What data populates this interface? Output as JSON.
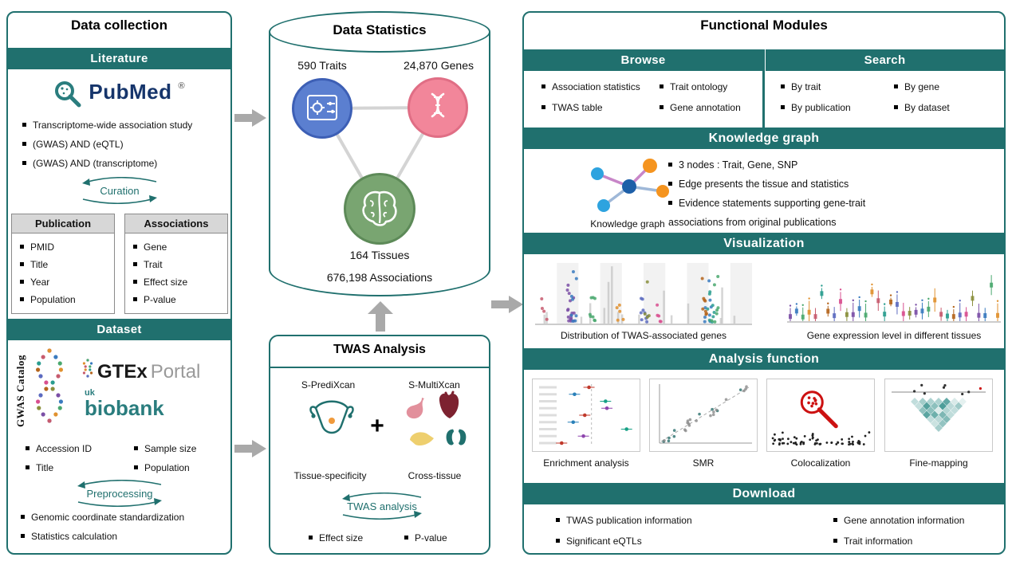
{
  "colors": {
    "teal": "#20706e",
    "arrow": "#a9a9a9",
    "stat_blue": "#5b7fd0",
    "stat_pink": "#f2869a",
    "stat_green": "#79a571"
  },
  "left": {
    "title": "Data collection",
    "literature_header": "Literature",
    "pubmed": {
      "name": "PubMed",
      "reg": "®"
    },
    "search_terms": [
      "Transcriptome-wide association study",
      "(GWAS) AND (eQTL)",
      "(GWAS) AND (transcriptome)"
    ],
    "curation_label": "Curation",
    "publication_box": {
      "title": "Publication",
      "items": [
        "PMID",
        "Title",
        "Year",
        "Population"
      ]
    },
    "associations_box": {
      "title": "Associations",
      "items": [
        "Gene",
        "Trait",
        "Effect size",
        "P-value"
      ]
    },
    "dataset_header": "Dataset",
    "logos": {
      "gwas_catalog": "GWAS Catalog",
      "gtex": "GTEx",
      "portal": "Portal",
      "uk": "uk",
      "biobank": "biobank"
    },
    "dataset_fields": [
      "Accession ID",
      "Title",
      "Sample size",
      "Population"
    ],
    "preprocessing_label": "Preprocessing",
    "preprocessing_steps": [
      "Genomic coordinate standardization",
      "Statistics calculation"
    ]
  },
  "stats": {
    "title": "Data Statistics",
    "traits": "590 Traits",
    "genes": "24,870 Genes",
    "tissues": "164 Tissues",
    "associations": "676,198 Associations"
  },
  "twas": {
    "title": "TWAS Analysis",
    "method_left": "S-PrediXcan",
    "method_right": "S-MultiXcan",
    "plus": "+",
    "label_left": "Tissue-specificity",
    "label_right": "Cross-tissue",
    "cycle_label": "TWAS analysis",
    "outputs": [
      "Effect size",
      "P-value"
    ]
  },
  "modules": {
    "title": "Functional Modules",
    "browse": {
      "header": "Browse",
      "items": [
        "Association statistics",
        "TWAS table",
        "Trait ontology",
        "Gene annotation"
      ]
    },
    "search": {
      "header": "Search",
      "items": [
        "By trait",
        "By publication",
        "By gene",
        "By dataset"
      ]
    },
    "knowledge_graph": {
      "header": "Knowledge graph",
      "caption": "Knowledge graph",
      "items": [
        "3 nodes : Trait, Gene, SNP",
        "Edge presents the tissue and statistics",
        "Evidence statements supporting gene-trait",
        "associations from original publications"
      ]
    },
    "visualization": {
      "header": "Visualization",
      "captions": [
        "Distribution of TWAS-associated genes",
        "Gene expression level in different tissues"
      ]
    },
    "analysis": {
      "header": "Analysis function",
      "captions": [
        "Enrichment  analysis",
        "SMR",
        "Colocalization",
        "Fine-mapping"
      ]
    },
    "download": {
      "header": "Download",
      "items": [
        "TWAS publication information",
        "Significant eQTLs",
        "Gene annotation information",
        "Trait information"
      ]
    }
  }
}
